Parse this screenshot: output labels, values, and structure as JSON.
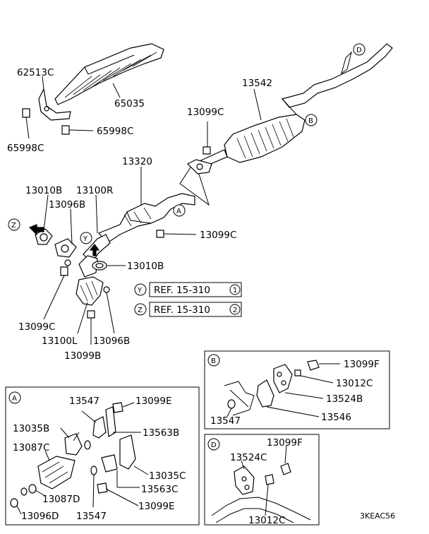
{
  "labels": {
    "p62513C": "62513C",
    "p65035": "65035",
    "p65998C_a": "65998C",
    "p65998C_b": "65998C",
    "p13542": "13542",
    "p13099C_top": "13099C",
    "p13320": "13320",
    "p13010B_a": "13010B",
    "p13100R": "13100R",
    "p13096B_a": "13096B",
    "p13099C_mid": "13099C",
    "p13010B_b": "13010B",
    "p13099C_low": "13099C",
    "p13100L": "13100L",
    "p13096B_b": "13096B",
    "p13099B": "13099B",
    "refY": "REF. 15-310",
    "refY_num": "1",
    "refZ": "REF. 15-310",
    "refZ_num": "2",
    "mark_Y": "Y",
    "mark_Y2": "Y",
    "mark_Z": "Z",
    "mark_Z2": "Z",
    "mark_A": "A",
    "mark_B": "B",
    "mark_D": "D",
    "boxB_title": "B",
    "b13099F": "13099F",
    "b13012C": "13012C",
    "b13524B": "13524B",
    "b13547": "13547",
    "b13546": "13546",
    "boxA_title": "A",
    "a13547_top": "13547",
    "a13099E_top": "13099E",
    "a13035B": "13035B",
    "a13563B": "13563B",
    "a13087C": "13087C",
    "a13035C": "13035C",
    "a13563C": "13563C",
    "a13087D": "13087D",
    "a13099E_bot": "13099E",
    "a13096D": "13096D",
    "a13547_bot": "13547",
    "boxD_title": "D",
    "d13099F": "13099F",
    "d13524C": "13524C",
    "d13012C": "13012C",
    "code": "3KEAC56"
  }
}
